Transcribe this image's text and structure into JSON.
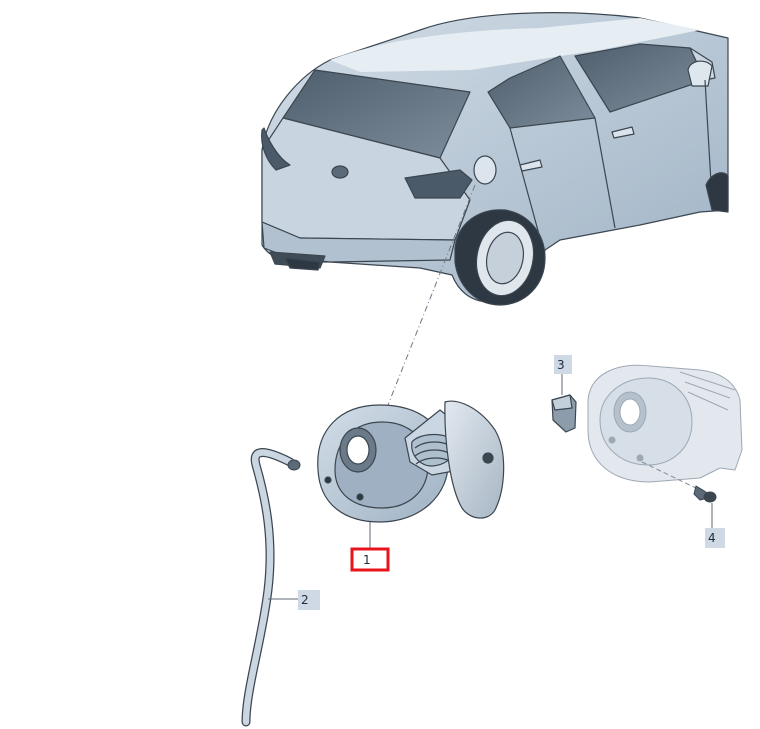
{
  "diagram": {
    "callouts": [
      {
        "id": "1",
        "label": "1",
        "selected": true
      },
      {
        "id": "2",
        "label": "2",
        "selected": false
      },
      {
        "id": "3",
        "label": "3",
        "selected": false
      },
      {
        "id": "4",
        "label": "4",
        "selected": false
      }
    ]
  },
  "colors": {
    "callout_fill": "#cfd9e6",
    "highlight": "#e8141c",
    "body_fill": "#b9c8d6",
    "line": "#3c4650",
    "glass": "#5f6f7e"
  }
}
